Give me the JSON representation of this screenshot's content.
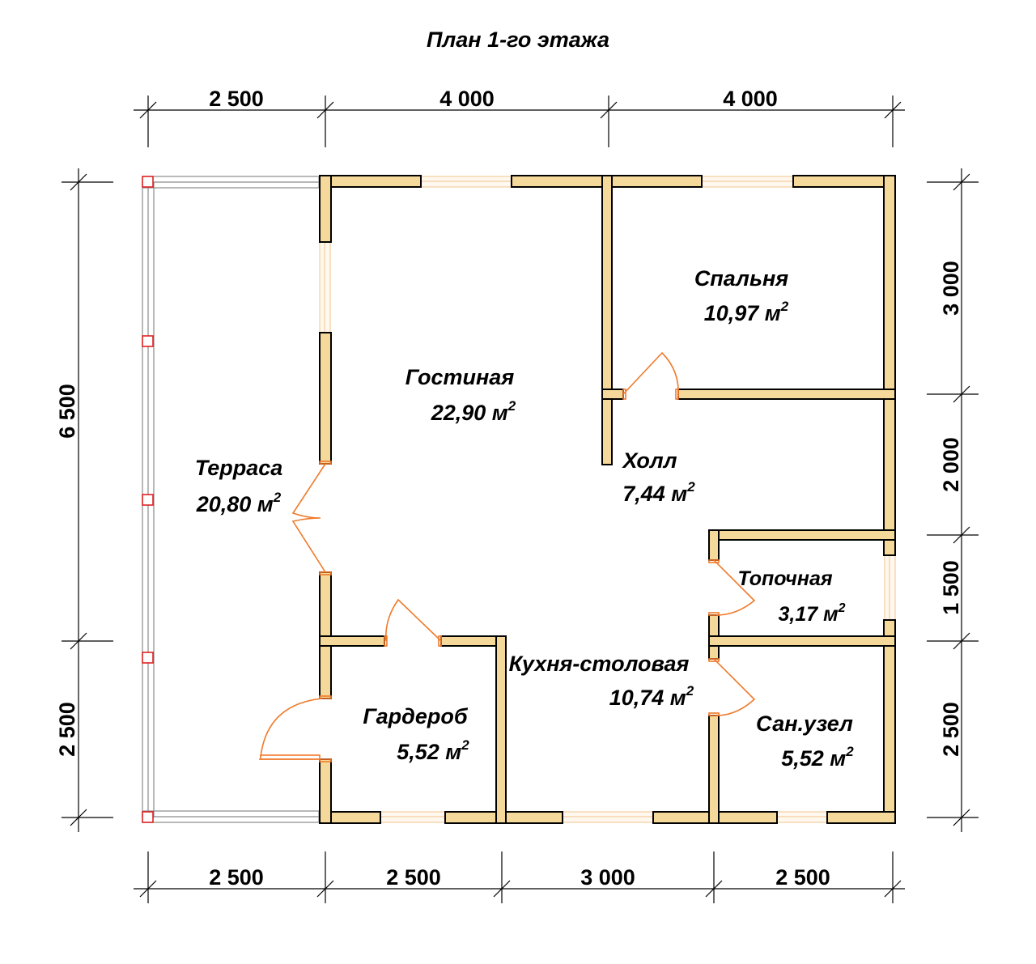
{
  "title": "План 1-го этажа",
  "colors": {
    "wall": "#f5d99a",
    "door": "#f07a2a",
    "post": "#dd2222",
    "window": "#f2c48e"
  },
  "dimensions": {
    "top": [
      "2 500",
      "4 000",
      "4 000"
    ],
    "bottom": [
      "2 500",
      "2 500",
      "3 000",
      "2 500"
    ],
    "left": [
      "6 500",
      "2 500"
    ],
    "right": [
      "3 000",
      "2 000",
      "1 500",
      "2 500"
    ]
  },
  "rooms": {
    "terrace": {
      "name": "Терраса",
      "area": "20,80 м",
      "sup": "2"
    },
    "living": {
      "name": "Гостиная",
      "area": "22,90 м",
      "sup": "2"
    },
    "bedroom": {
      "name": "Спальня",
      "area": "10,97 м",
      "sup": "2"
    },
    "hall": {
      "name": "Холл",
      "area": "7,44 м",
      "sup": "2"
    },
    "furnace": {
      "name": "Топочная",
      "area": "3,17 м",
      "sup": "2"
    },
    "kitchen": {
      "name": "Кухня-столовая",
      "area": "10,74 м",
      "sup": "2"
    },
    "wardrobe": {
      "name": "Гардероб",
      "area": "5,52 м",
      "sup": "2"
    },
    "bathroom": {
      "name": "Сан.узел",
      "area": "5,52 м",
      "sup": "2"
    }
  }
}
